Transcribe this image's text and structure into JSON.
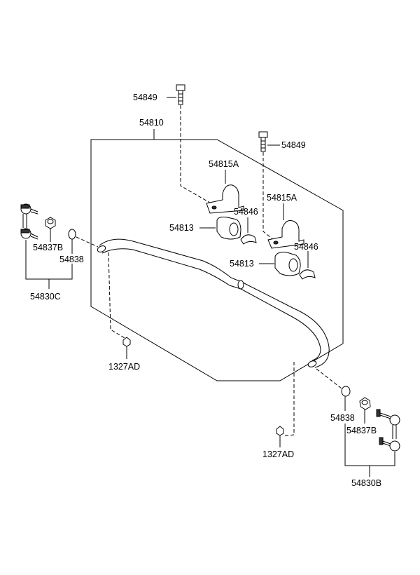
{
  "labels": {
    "bolt_top": "54849",
    "bar_assembly": "54810",
    "bolt_right": "54849",
    "bracket_upper": "54815A",
    "bracket_lower": "54815A",
    "clip_upper": "54846",
    "clip_lower": "54846",
    "bushing_upper": "54813",
    "bushing_lower": "54813",
    "nut_left_link": "54837B",
    "ring_left": "54838",
    "link_left_assembly": "54830C",
    "nut_left": "1327AD",
    "ring_right": "54838",
    "nut_right_link": "54837B",
    "nut_right": "1327AD",
    "link_right_assembly": "54830B"
  }
}
